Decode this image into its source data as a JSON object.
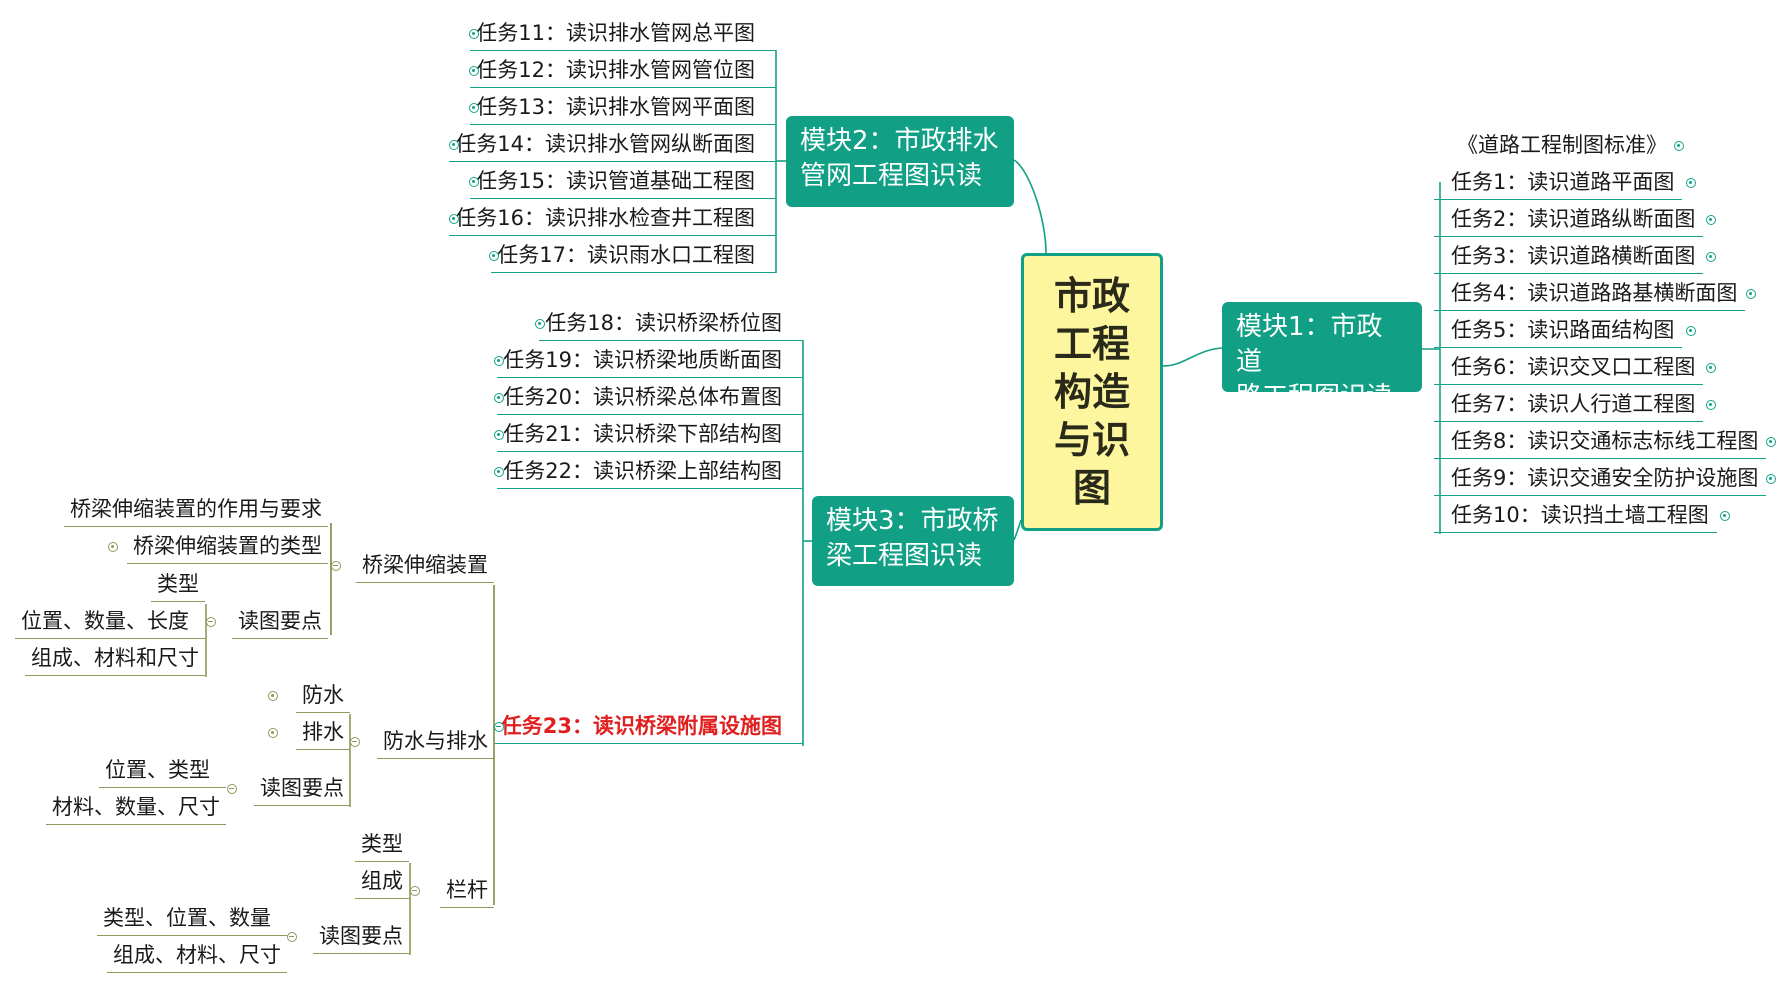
{
  "central": {
    "title": "市政工程构造与识图"
  },
  "colors": {
    "primary": "#11a085",
    "central_fill": "#fef69f",
    "olive": "#8a9a5c",
    "highlight": "#e02020"
  },
  "module1": {
    "title_line1": "模块1：市政道",
    "title_line2": "路工程图识读",
    "items": [
      "《道路工程制图标准》",
      "任务1：读识道路平面图",
      "任务2：读识道路纵断面图",
      "任务3：读识道路横断面图",
      "任务4：读识道路路基横断面图",
      "任务5：读识路面结构图",
      "任务6：读识交叉口工程图",
      "任务7：读识人行道工程图",
      "任务8：读识交通标志标线工程图",
      "任务9：读识交通安全防护设施图",
      "任务10：读识挡土墙工程图"
    ]
  },
  "module2": {
    "title_line1": "模块2：市政排水",
    "title_line2": "管网工程图识读",
    "items": [
      "任务11：读识排水管网总平图",
      "任务12：读识排水管网管位图",
      "任务13：读识排水管网平面图",
      "任务14：读识排水管网纵断面图",
      "任务15：读识管道基础工程图",
      "任务16：读识排水检查井工程图",
      "任务17：读识雨水口工程图"
    ]
  },
  "module3": {
    "title_line1": "模块3：市政桥",
    "title_line2": "梁工程图识读",
    "items": [
      "任务18：读识桥梁桥位图",
      "任务19：读识桥梁地质断面图",
      "任务20：读识桥梁总体布置图",
      "任务21：读识桥梁下部结构图",
      "任务22：读识桥梁上部结构图"
    ],
    "task23": {
      "label": "任务23：读识桥梁附属设施图",
      "expansion_joint": {
        "label": "桥梁伸缩装置",
        "role": "桥梁伸缩装置的作用与要求",
        "types": "桥梁伸缩装置的类型",
        "reading": {
          "label": "读图要点",
          "items": [
            "类型",
            "位置、数量、长度",
            "组成、材料和尺寸"
          ]
        }
      },
      "drainage": {
        "label": "防水与排水",
        "waterproof": "防水",
        "drain": "排水",
        "reading": {
          "label": "读图要点",
          "items": [
            "位置、类型",
            "材料、数量、尺寸"
          ]
        }
      },
      "railing": {
        "label": "栏杆",
        "type": "类型",
        "composition": "组成",
        "reading": {
          "label": "读图要点",
          "items": [
            "类型、位置、数量",
            "组成、材料、尺寸"
          ]
        }
      }
    }
  }
}
